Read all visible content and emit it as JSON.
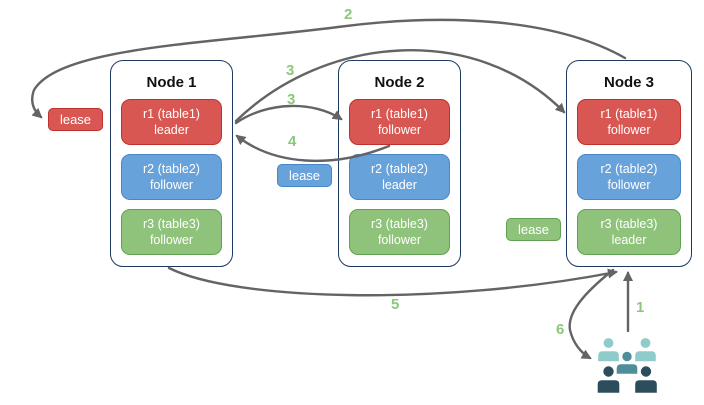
{
  "nodes": [
    {
      "title": "Node 1",
      "replicas": [
        {
          "name": "r1 (table1)",
          "role": "leader",
          "color": "red"
        },
        {
          "name": "r2 (table2)",
          "role": "follower",
          "color": "blue"
        },
        {
          "name": "r3 (table3)",
          "role": "follower",
          "color": "green"
        }
      ]
    },
    {
      "title": "Node 2",
      "replicas": [
        {
          "name": "r1 (table1)",
          "role": "follower",
          "color": "red"
        },
        {
          "name": "r2 (table2)",
          "role": "leader",
          "color": "blue"
        },
        {
          "name": "r3 (table3)",
          "role": "follower",
          "color": "green"
        }
      ]
    },
    {
      "title": "Node 3",
      "replicas": [
        {
          "name": "r1 (table1)",
          "role": "follower",
          "color": "red"
        },
        {
          "name": "r2 (table2)",
          "role": "follower",
          "color": "blue"
        },
        {
          "name": "r3 (table3)",
          "role": "leader",
          "color": "green"
        }
      ]
    }
  ],
  "leases": {
    "red": "lease",
    "blue": "lease",
    "green": "lease"
  },
  "arrows": [
    {
      "step": "1",
      "from": "users",
      "to": "node3-bottom"
    },
    {
      "step": "2",
      "from": "node3-top",
      "to": "lease-red"
    },
    {
      "step": "3",
      "from": "node1-r1-leader",
      "to": "node3-r1-follower"
    },
    {
      "step": "3",
      "from": "node1-r1-leader",
      "to": "node2-r1-follower"
    },
    {
      "step": "4",
      "from": "node2-r1-follower",
      "to": "node1-r1-leader"
    },
    {
      "step": "5",
      "from": "node1-bottom",
      "to": "node3-bottom"
    },
    {
      "step": "6",
      "from": "node3-bottom",
      "to": "users"
    }
  ],
  "icons": {
    "users": "users-group-icon"
  },
  "colors": {
    "background": "#ffffff",
    "node_border": "#1e3a5f",
    "node_title": "#111111",
    "text_on_color": "#ffffff",
    "replica_red_fill": "#d95752",
    "replica_red_border": "#bf312c",
    "replica_blue_fill": "#68a2da",
    "replica_blue_border": "#4886c6",
    "replica_green_fill": "#8fc37b",
    "replica_green_border": "#61a151",
    "arrow": "#646464",
    "step_label": "#8cc87c",
    "users_light": "#8fcbca",
    "users_medium": "#4e8d9a",
    "users_dark": "#2c4d5c"
  }
}
